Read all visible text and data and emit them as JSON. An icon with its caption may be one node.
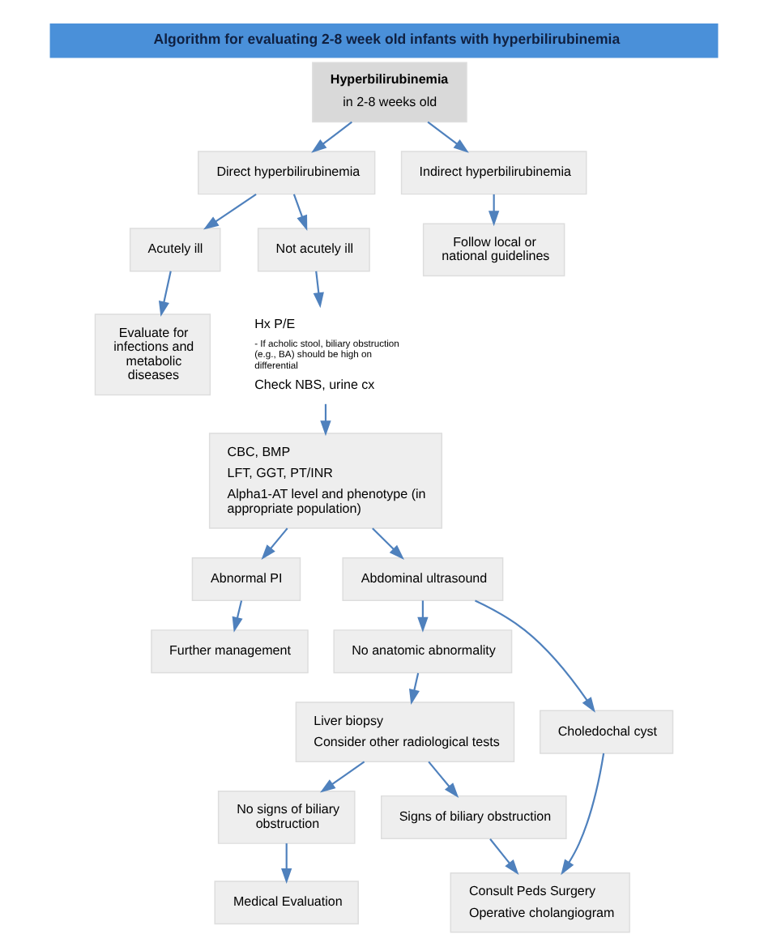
{
  "diagram": {
    "title": "Algorithm for evaluating 2-8 week old infants with hyperbilirubinemia",
    "nodes": [
      {
        "text": [
          "Hyperbilirubinemia",
          "in 2-8 weeks old"
        ]
      },
      {
        "text": [
          "Direct hyperbilirubinemia"
        ]
      },
      {
        "text": [
          "Indirect hyperbilirubinemia"
        ]
      },
      {
        "text": [
          "Acutely ill"
        ]
      },
      {
        "text": [
          "Not acutely ill"
        ]
      },
      {
        "text": [
          "Follow local or national guidelines"
        ]
      },
      {
        "text": [
          "Evaluate for infections and metabolic diseases"
        ]
      },
      {
        "text": [
          "Hx P/E",
          "- If acholic stool, biliary obstruction (e.g., BA) should be high on differential",
          "Check NBS, urine cx"
        ]
      },
      {
        "text": [
          "CBC, BMP",
          "LFT, GGT, PT/INR",
          "Alpha1-AT level and phenotype (in appropriate population)"
        ]
      },
      {
        "text": [
          "Abnormal PI"
        ]
      },
      {
        "text": [
          "Further management"
        ]
      },
      {
        "text": [
          "Abdominal ultrasound"
        ]
      },
      {
        "text": [
          "No anatomic abnormality"
        ]
      },
      {
        "text": [
          "Choledochal cyst"
        ]
      },
      {
        "text": [
          "Liver biopsy",
          "Consider other radiological tests"
        ]
      },
      {
        "text": [
          "Consult Peds Surgery",
          "Operative cholangiogram"
        ]
      },
      {
        "text": [
          "No signs of biliary obstruction"
        ]
      },
      {
        "text": [
          "Signs of biliary obstruction"
        ]
      },
      {
        "text": [
          "Medical Evaluation"
        ]
      }
    ],
    "edges": [
      {
        "from": 0,
        "to": 1,
        "arrow": "to"
      },
      {
        "from": 0,
        "to": 2,
        "arrow": "to"
      },
      {
        "from": 1,
        "to": 3,
        "arrow": "to"
      },
      {
        "from": 1,
        "to": 4,
        "arrow": "to"
      },
      {
        "from": 2,
        "to": 5,
        "arrow": "to"
      },
      {
        "from": 3,
        "to": 6,
        "arrow": "to"
      },
      {
        "from": 4,
        "to": 7,
        "arrow": "to"
      },
      {
        "from": 7,
        "to": 8,
        "arrow": "to"
      },
      {
        "from": 8,
        "to": 9,
        "arrow": "to"
      },
      {
        "from": 9,
        "to": 10,
        "arrow": "to"
      },
      {
        "from": 8,
        "to": 11,
        "arrow": "to"
      },
      {
        "from": 11,
        "to": 12,
        "arrow": "to"
      },
      {
        "from": 11,
        "to": 13,
        "arrow": "to"
      },
      {
        "from": 12,
        "to": 14,
        "arrow": "to"
      },
      {
        "from": 13,
        "to": 15,
        "arrow": "to"
      },
      {
        "from": 14,
        "to": 16,
        "arrow": "to"
      },
      {
        "from": 14,
        "to": 17,
        "arrow": "to"
      },
      {
        "from": 17,
        "to": 15,
        "arrow": "to"
      },
      {
        "from": 16,
        "to": 18,
        "arrow": "to"
      }
    ]
  }
}
